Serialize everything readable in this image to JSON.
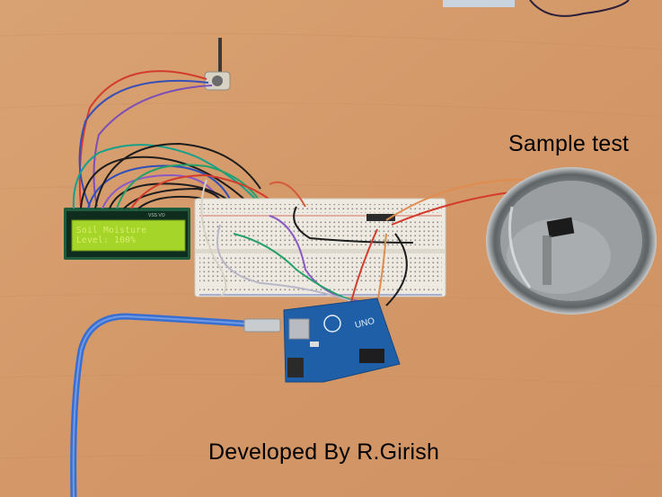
{
  "captions": {
    "sample": "Sample test",
    "developer": "Developed By R.Girish"
  },
  "lcd": {
    "line1": "Soil Moisture",
    "line2": "Level: 100%",
    "header_tag": "VSS VO"
  },
  "board": {
    "label": "UNO"
  },
  "colors": {
    "table": "#d79b6b",
    "lcd_screen": "#a6d52a",
    "arduino": "#1f5fa8",
    "usb_cable": "#3a6fd0",
    "breadboard": "#eeeae2"
  }
}
